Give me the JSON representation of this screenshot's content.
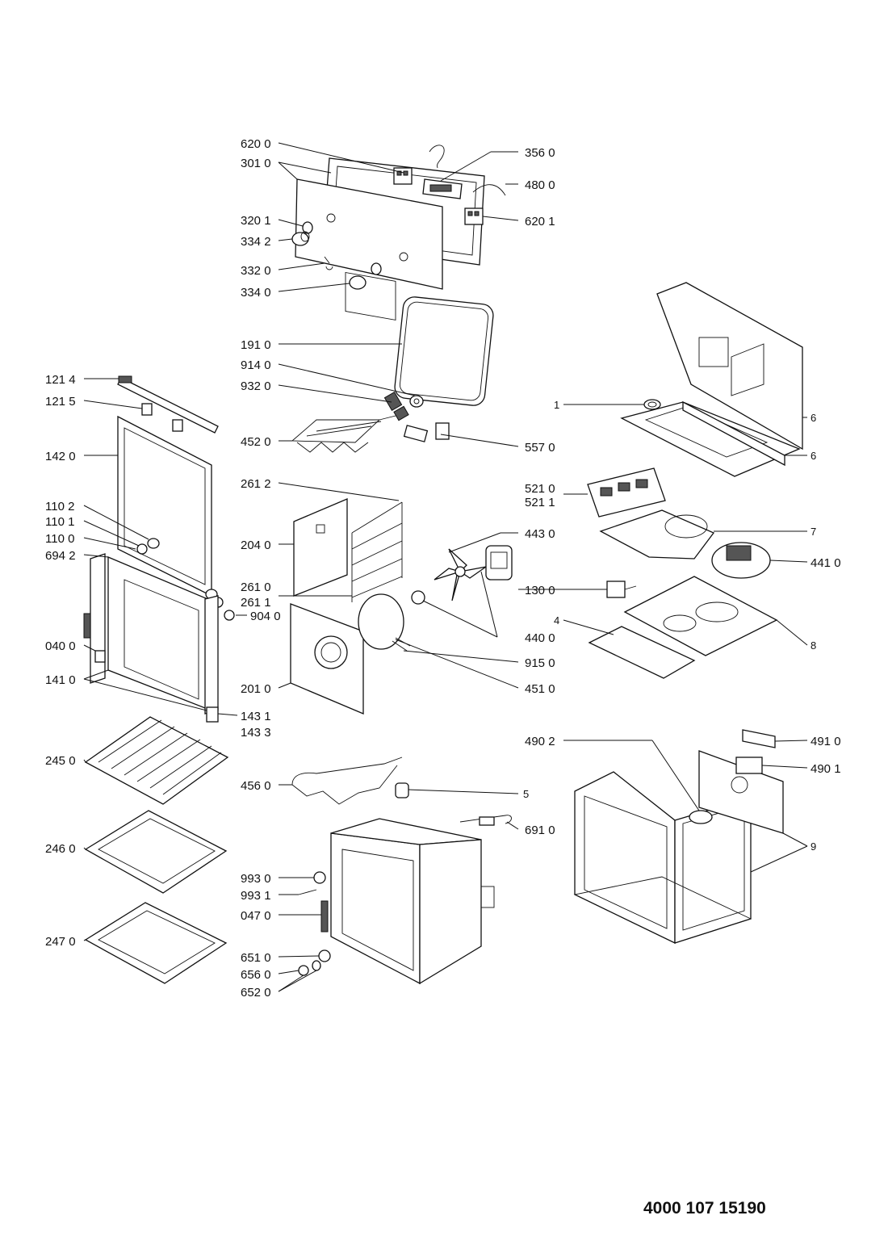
{
  "document_code": "4000 107 15190",
  "labels": {
    "l620_0": "620 0",
    "l301_0": "301 0",
    "l356_0": "356 0",
    "l480_0": "480 0",
    "l620_1": "620 1",
    "l320_1": "320 1",
    "l334_2": "334 2",
    "l332_0": "332 0",
    "l334_0": "334 0",
    "l191_0": "191 0",
    "l914_0": "914 0",
    "l932_0": "932 0",
    "l121_4": "121 4",
    "l121_5": "121 5",
    "l452_0": "452 0",
    "l557_0": "557 0",
    "l142_0": "142 0",
    "l261_2": "261 2",
    "l110_2": "110 2",
    "l110_1": "110 1",
    "l110_0": "110 0",
    "l694_2": "694 2",
    "l204_0": "204 0",
    "l261_0": "261 0",
    "l261_1": "261 1",
    "l443_0": "443 0",
    "l130_0": "130 0",
    "l040_0": "040 0",
    "l904_0": "904 0",
    "l440_0": "440 0",
    "l915_0": "915 0",
    "l141_0": "141 0",
    "l201_0": "201 0",
    "l451_0": "451 0",
    "l143_1": "143 1",
    "l143_3": "143 3",
    "l245_0": "245 0",
    "l456_0": "456 0",
    "l5": "5",
    "l691_0": "691 0",
    "l246_0": "246 0",
    "l993_0": "993 0",
    "l993_1": "993 1",
    "l047_0": "047 0",
    "l247_0": "247 0",
    "l651_0": "651 0",
    "l656_0": "656 0",
    "l652_0": "652 0",
    "l1": "1",
    "l6a": "6",
    "l6b": "6",
    "l521_0": "521 0",
    "l521_1": "521 1",
    "l7": "7",
    "l441_0": "441 0",
    "l4": "4",
    "l8": "8",
    "l490_2": "490 2",
    "l491_0": "491 0",
    "l490_1": "490 1",
    "l9": "9"
  }
}
